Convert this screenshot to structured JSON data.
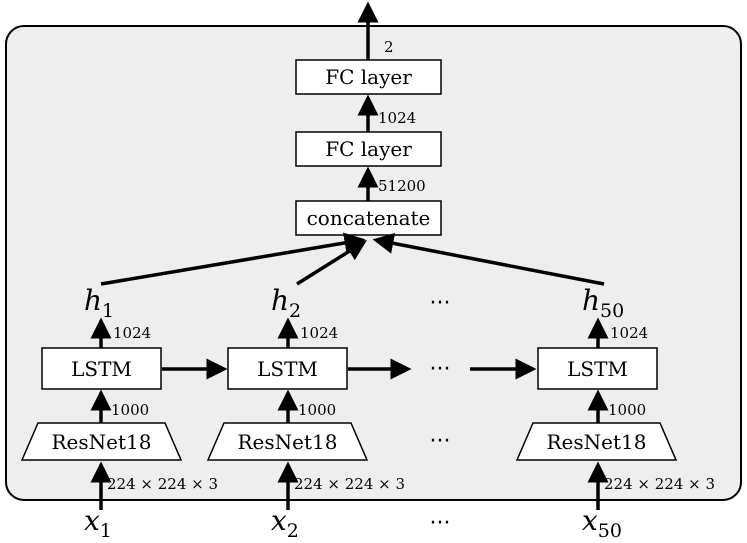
{
  "blocks": {
    "fc_top": "FC layer",
    "fc_mid": "FC layer",
    "concat": "concatenate",
    "lstm": [
      "LSTM",
      "LSTM",
      "LSTM"
    ],
    "resnet": [
      "ResNet18",
      "ResNet18",
      "ResNet18"
    ]
  },
  "dims": {
    "output": "2",
    "fc_to_fc": "1024",
    "concat_to_fc": "51200",
    "lstm_to_h": [
      "1024",
      "1024",
      "1024"
    ],
    "resnet_to_lstm": [
      "1000",
      "1000",
      "1000"
    ],
    "input": [
      "224 × 224 × 3",
      "224 × 224 × 3",
      "224 × 224 × 3"
    ]
  },
  "hidden": [
    {
      "base": "h",
      "sub": "1"
    },
    {
      "base": "h",
      "sub": "2"
    },
    {
      "base": "h",
      "sub": "50"
    }
  ],
  "inputs": [
    {
      "base": "x",
      "sub": "1"
    },
    {
      "base": "x",
      "sub": "2"
    },
    {
      "base": "x",
      "sub": "50"
    }
  ],
  "ellipsis": "···"
}
